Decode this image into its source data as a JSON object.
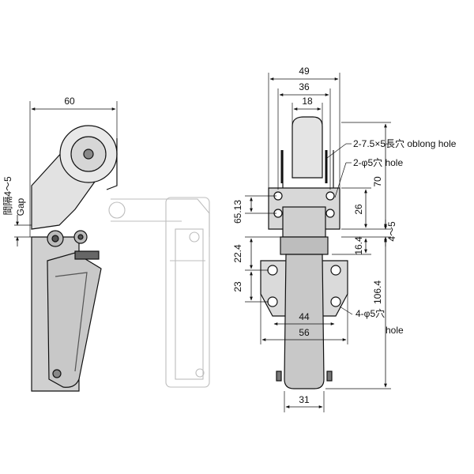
{
  "colors": {
    "line": "#111111",
    "fill": "#c8c8c8",
    "fill_dark": "#9a9a9a",
    "ghost": "#b8b8b8",
    "background": "#ffffff"
  },
  "side_view": {
    "width_dim": "60",
    "gap_label_jp": "間隔4～5",
    "gap_label_en": "Gap"
  },
  "front_view": {
    "dims": {
      "w49": "49",
      "w36": "36",
      "w18": "18",
      "h70": "70",
      "h26": "26",
      "h4_5": "4～5",
      "h16_4": "16.4",
      "h106_4": "106.4",
      "v65_13": "65.13",
      "v22_4": "22.4",
      "v23": "23",
      "w44": "44",
      "w56": "56",
      "w31": "31"
    },
    "notes": {
      "oblong_hole": "2-7.5×5長穴 oblong hole",
      "hole_2": "2-φ5穴 hole",
      "hole_4": "4-φ5穴",
      "hole_4_en": "hole"
    }
  }
}
